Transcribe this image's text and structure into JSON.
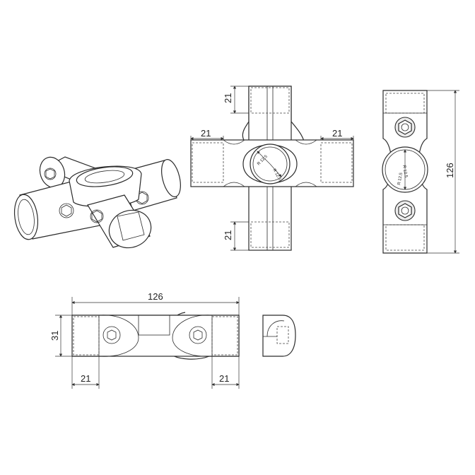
{
  "dimensions": {
    "top_view": {
      "top_arm": "21",
      "left_arm": "21",
      "right_arm": "21",
      "bottom_arm": "21",
      "radius_a": "R 12.5",
      "radius_b": "R 12.5"
    },
    "side_view": {
      "height": "126",
      "radius_a": "R 12.5",
      "radius_b": "R 12.5"
    },
    "front_view": {
      "width": "126",
      "height": "31",
      "left_arm": "21",
      "right_arm": "21"
    }
  }
}
